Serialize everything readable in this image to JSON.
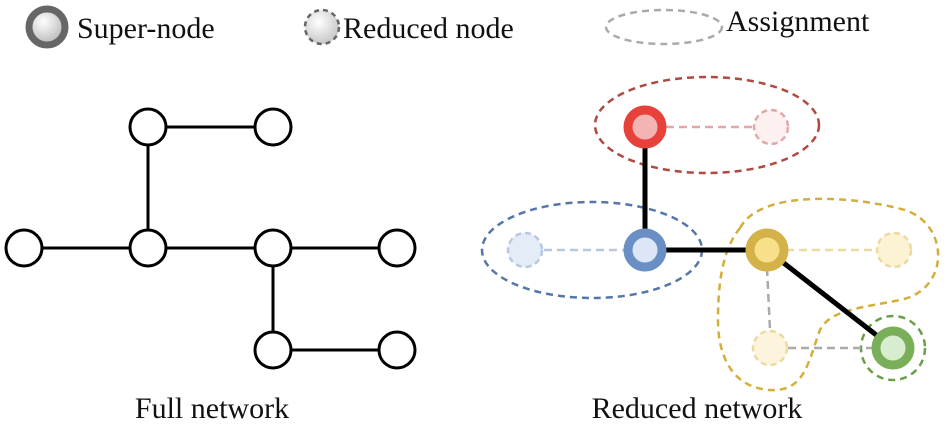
{
  "legend": {
    "super_node": "Super-node",
    "reduced_node": "Reduced node",
    "assignment": "Assignment"
  },
  "captions": {
    "full": "Full network",
    "reduced": "Reduced network"
  },
  "colors": {
    "red": "#e8403a",
    "blue": "#6a8fc4",
    "gold": "#d4b24a",
    "green": "#7aaf5a",
    "gray": "#777777"
  }
}
